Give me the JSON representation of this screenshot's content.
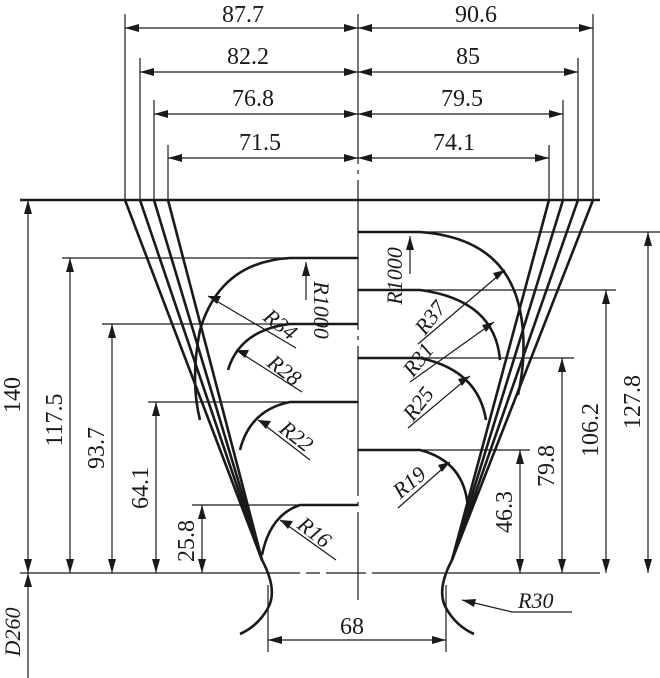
{
  "top_widths": [
    {
      "left": "87.7",
      "right": "90.6"
    },
    {
      "left": "82.2",
      "right": "85"
    },
    {
      "left": "76.8",
      "right": "79.5"
    },
    {
      "left": "71.5",
      "right": "74.1"
    }
  ],
  "left_heights": [
    "140",
    "117.5",
    "93.7",
    "64.1",
    "25.8"
  ],
  "right_heights": [
    "127.8",
    "106.2",
    "79.8",
    "46.3"
  ],
  "left_radii": [
    "R34",
    "R28",
    "R22",
    "R16"
  ],
  "right_radii": [
    "R37",
    "R31",
    "R25",
    "R19"
  ],
  "center_radius_left": "R1000",
  "center_radius_right": "R1000",
  "throat_radius": "R30",
  "bottom_width": "68",
  "diameter": "D260"
}
